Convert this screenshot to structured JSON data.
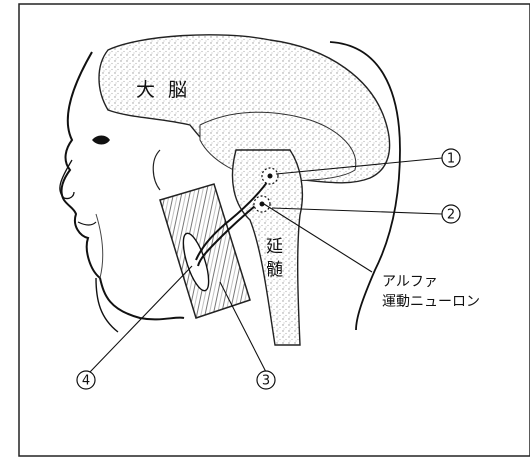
{
  "labels": {
    "cerebrum_1": "大",
    "cerebrum_2": "脳",
    "medulla_1": "延",
    "medulla_2": "髄",
    "alpha_line1": "アルファ",
    "alpha_line2": "運動ニューロン"
  },
  "markers": {
    "m1": "1",
    "m2": "2",
    "m3": "3",
    "m4": "4"
  },
  "colors": {
    "ink": "#111111",
    "brain_fill": "#d9d9d9",
    "muscle_fill": "#e8e8e8",
    "paper": "#ffffff"
  }
}
